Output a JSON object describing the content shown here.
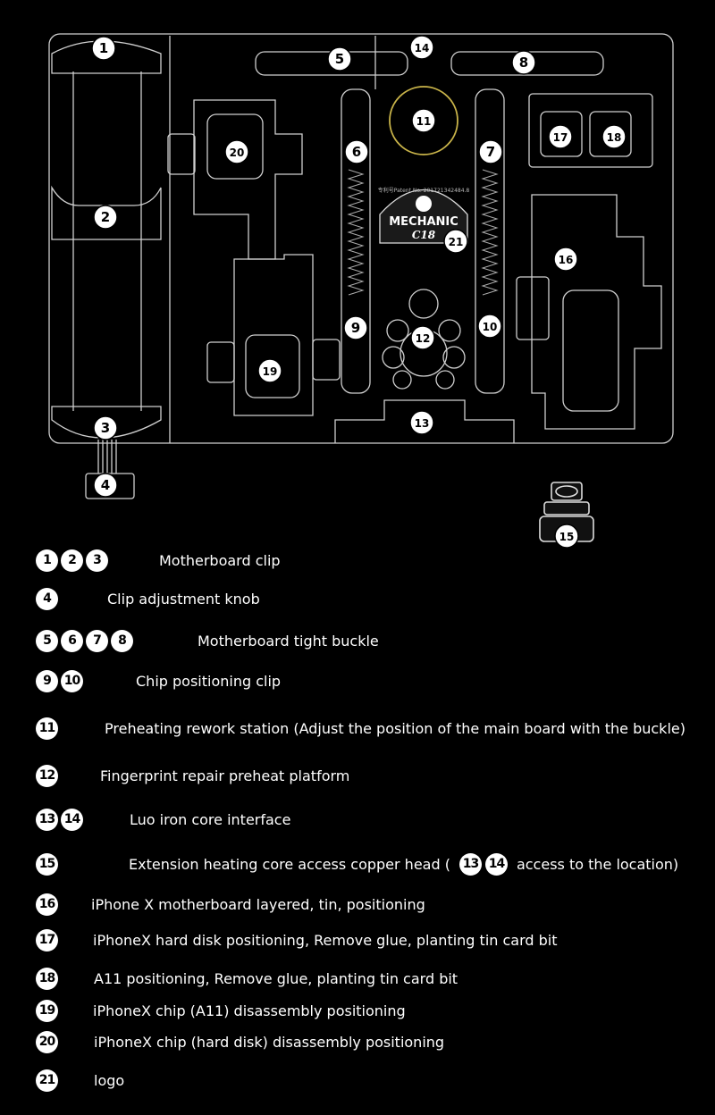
{
  "diagram": {
    "callouts": [
      "1",
      "2",
      "3",
      "4",
      "5",
      "6",
      "7",
      "8",
      "9",
      "10",
      "11",
      "12",
      "13",
      "14",
      "15",
      "16",
      "17",
      "18",
      "19",
      "20",
      "21"
    ],
    "logo_text": "MECHANIC",
    "logo_model": "C18",
    "patent_text": "专利号Patent No. 201721342484.8"
  },
  "legend": [
    {
      "badges": [
        "1",
        "2",
        "3"
      ],
      "text": "Motherboard clip"
    },
    {
      "badges": [
        "4"
      ],
      "text": "Clip adjustment knob"
    },
    {
      "badges": [
        "5",
        "6",
        "7",
        "8"
      ],
      "text": "Motherboard tight buckle"
    },
    {
      "badges": [
        "9",
        "10"
      ],
      "text": "Chip positioning clip"
    },
    {
      "badges": [
        "11"
      ],
      "text": "Preheating rework station (Adjust the position of the main board with the buckle)"
    },
    {
      "badges": [
        "12"
      ],
      "text": "Fingerprint repair preheat platform"
    },
    {
      "badges": [
        "13",
        "14"
      ],
      "text": "Luo iron core interface"
    },
    {
      "badges": [
        "15"
      ],
      "text": "Extension heating core access copper head (",
      "inline_badges": [
        "13",
        "14"
      ],
      "text_after": "access to the location)"
    },
    {
      "badges": [
        "16"
      ],
      "text": "iPhone X motherboard layered, tin, positioning"
    },
    {
      "badges": [
        "17"
      ],
      "text": "iPhoneX hard disk positioning, Remove glue, planting tin card bit"
    },
    {
      "badges": [
        "18"
      ],
      "text": "A11 positioning, Remove glue, planting tin card bit"
    },
    {
      "badges": [
        "19"
      ],
      "text": "iPhoneX chip (A11) disassembly positioning"
    },
    {
      "badges": [
        "20"
      ],
      "text": "iPhoneX chip (hard disk) disassembly positioning"
    },
    {
      "badges": [
        "21"
      ],
      "text": "logo"
    }
  ]
}
